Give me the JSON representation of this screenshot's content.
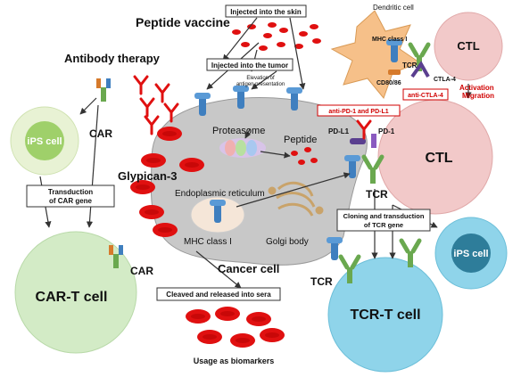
{
  "labels": {
    "peptide_vaccine": "Peptide vaccine",
    "injected_skin": "Injected into the skin",
    "injected_tumor": "Injected into the tumor",
    "elevation_line1": "Elevation of",
    "elevation_line2": "antigen presentation",
    "dendritic_cell": "Dendritic cell",
    "mhc_class_i_top": "MHC class I",
    "tcr_top": "TCR",
    "ctla4": "CTLA-4",
    "cd80_86": "CD80/86",
    "anti_ctla4": "anti-CTLA-4",
    "ctl_small": "CTL",
    "activation": "Activation",
    "migration": "Migration",
    "antibody_therapy": "Antibody therapy",
    "ips_cell_left": "iPS cell",
    "car_top": "CAR",
    "transduction_line1": "Transduction",
    "transduction_line2": "of CAR gene",
    "glypican3": "Glypican-3",
    "proteasome": "Proteasome",
    "peptide": "Peptide",
    "endoplasmic_reticulum": "Endoplasmic reticulum",
    "mhc_class_i_inner": "MHC class I",
    "golgi_body": "Golgi body",
    "cancer_cell": "Cancer cell",
    "anti_pd": "anti-PD-1 and PD-L1",
    "pd_l1": "PD-L1",
    "pd_1": "PD-1",
    "ctl_big": "CTL",
    "tcr_mid": "TCR",
    "cloning_line1": "Cloning and transduction",
    "cloning_line2": "of TCR gene",
    "ips_cell_right": "iPS cell",
    "car_bottom": "CAR",
    "car_t_cell": "CAR-T cell",
    "cleaved_released": "Cleaved and released into sera",
    "tcr_bottom": "TCR",
    "tcr_t_cell": "TCR-T cell",
    "usage_biomarkers": "Usage as biomarkers"
  },
  "colors": {
    "cancer_cell": "#c8c8c8",
    "glypican": "#e01010",
    "ctl": "#f2c9c9",
    "ips_outer": "#e8f2d4",
    "ips_inner": "#9fd06a",
    "car_t": "#d3ebc6",
    "tcr_t": "#8fd4ea",
    "ips_right_outer": "#8fd4ea",
    "ips_right_inner": "#2e7d9a",
    "dendritic": "#f6c089",
    "red_text": "#d00000",
    "receptor_blue": "#3f7fbf"
  }
}
